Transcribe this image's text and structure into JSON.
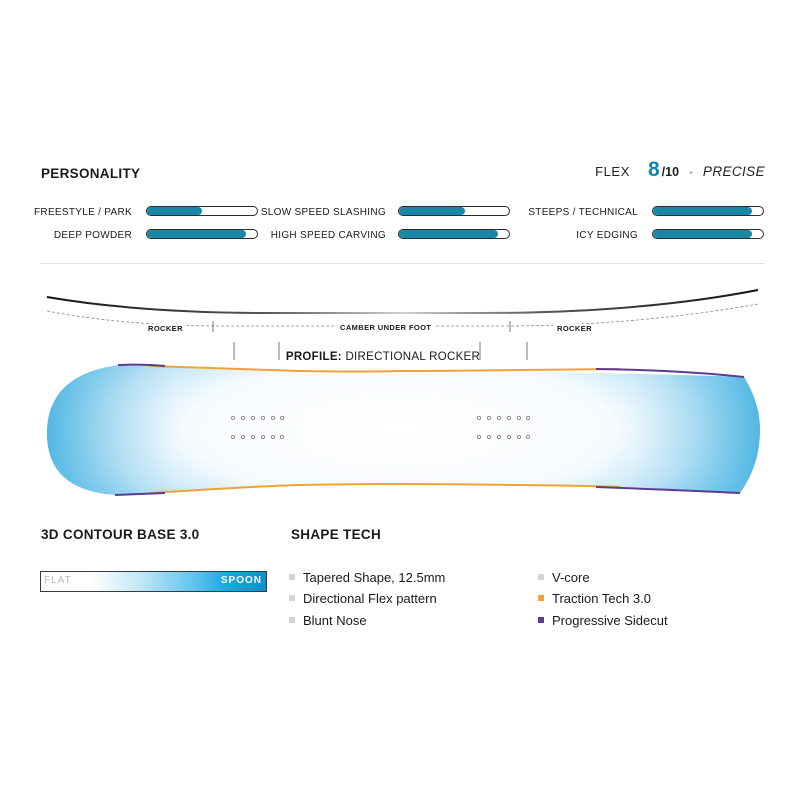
{
  "personality": {
    "title": "PERSONALITY",
    "flex": {
      "label": "FLEX",
      "value": "8",
      "max": "/10",
      "separator": "•",
      "descriptor": "PRECISE"
    },
    "ratings": [
      {
        "label": "FREESTYLE / PARK",
        "level": 0.5
      },
      {
        "label": "SLOW SPEED SLASHING",
        "level": 0.6
      },
      {
        "label": "STEEPS / TECHNICAL",
        "level": 0.9
      },
      {
        "label": "DEEP POWDER",
        "level": 0.9
      },
      {
        "label": "HIGH SPEED CARVING",
        "level": 0.9
      },
      {
        "label": "ICY EDGING",
        "level": 0.9
      }
    ],
    "bar_color": "#1a87a6"
  },
  "profile": {
    "zones": {
      "left": "ROCKER",
      "center": "CAMBER UNDER FOOT",
      "right": "ROCKER"
    },
    "caption_label": "PROFILE:",
    "caption_value": "DIRECTIONAL ROCKER"
  },
  "board": {
    "colors": {
      "base_blue": "#5cbfe6",
      "traction": "#f0a334",
      "sidecut": "#5b3c93"
    }
  },
  "contour": {
    "title": "3D CONTOUR BASE 3.0",
    "scale_left": "FLAT",
    "scale_right": "SPOON"
  },
  "shape_tech": {
    "title": "SHAPE TECH",
    "items": [
      {
        "label": "Tapered Shape, 12.5mm",
        "marker": "#d4d4d4"
      },
      {
        "label": "Directional Flex pattern",
        "marker": "#d4d4d4"
      },
      {
        "label": "Blunt Nose",
        "marker": "#d4d4d4"
      },
      {
        "label": "V-core",
        "marker": "#d4d4d4"
      },
      {
        "label": "Traction Tech 3.0",
        "marker": "#f0a334"
      },
      {
        "label": "Progressive Sidecut",
        "marker": "#5b3c93"
      }
    ]
  }
}
